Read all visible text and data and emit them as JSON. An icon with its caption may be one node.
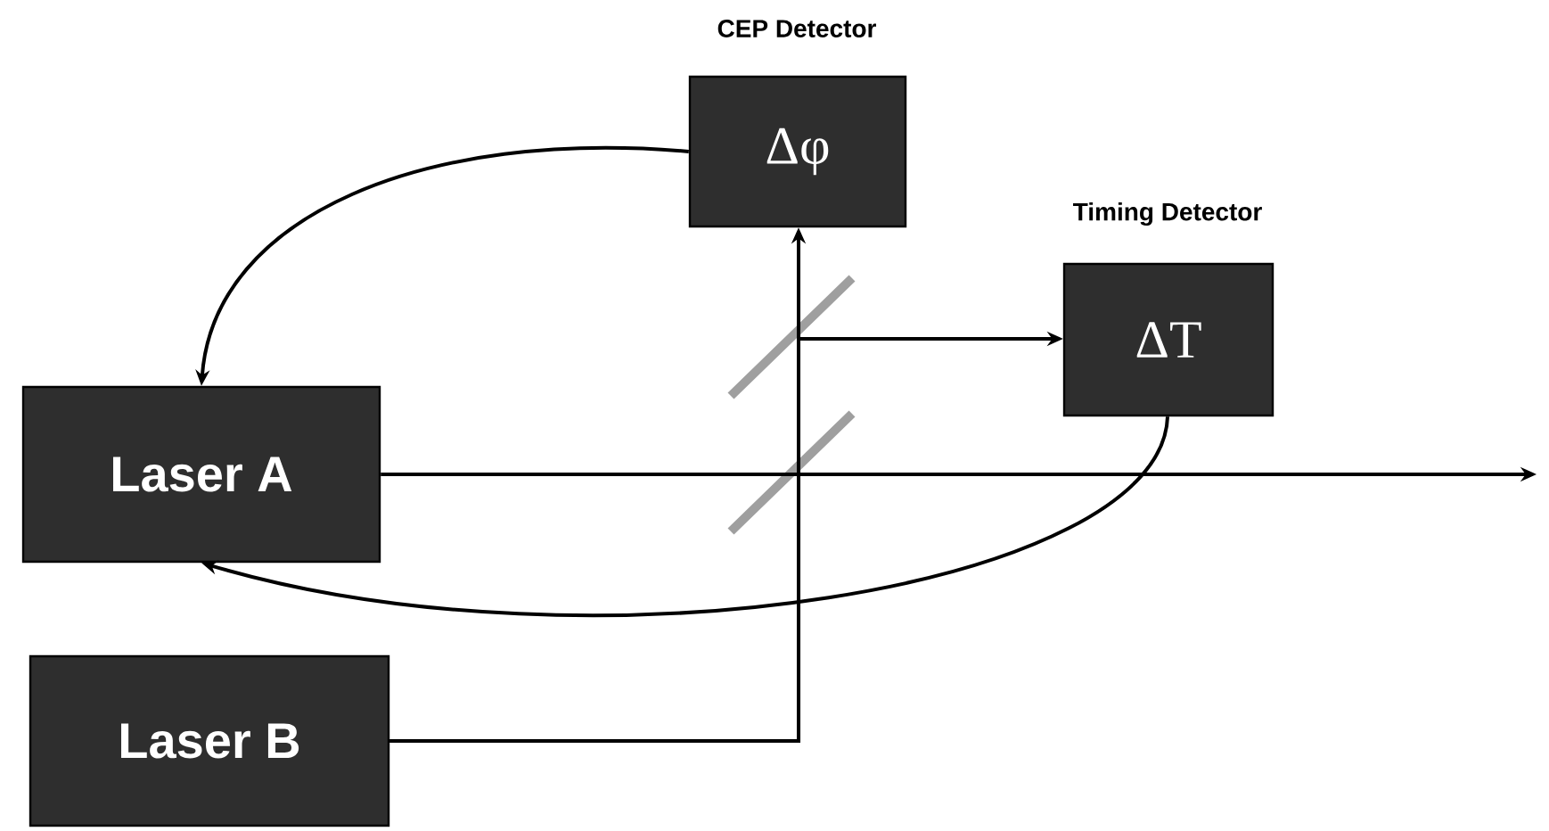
{
  "diagram": {
    "nodes": [
      {
        "text": [
          "Laser A"
        ]
      },
      {
        "text": [
          "Laser B"
        ]
      },
      {
        "text": [
          "CEP Detector",
          "Δφ"
        ]
      },
      {
        "text": [
          "Timing Detector",
          "ΔT"
        ]
      }
    ],
    "edges": [
      {
        "from": 1,
        "to": 2,
        "arrow": "to"
      },
      {
        "from": 1,
        "to": 3,
        "arrow": "to"
      },
      {
        "from": 0,
        "to": null,
        "arrow": "to"
      },
      {
        "from": 2,
        "to": 0,
        "arrow": "to"
      },
      {
        "from": 3,
        "to": 0,
        "arrow": "to"
      }
    ]
  }
}
